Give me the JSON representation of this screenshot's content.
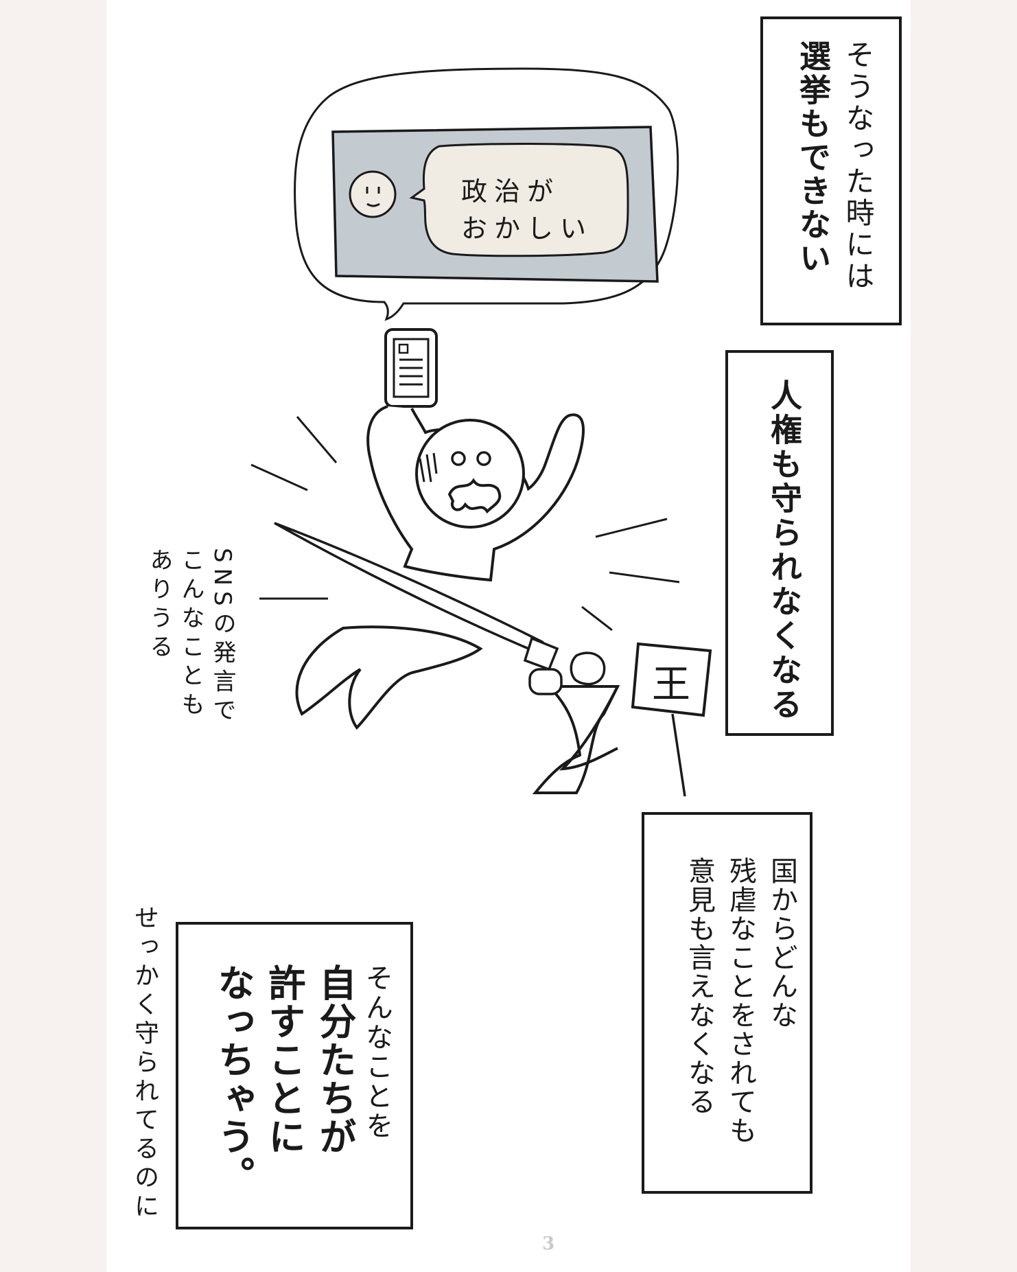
{
  "panel1": {
    "line1": "そうなった時には",
    "line2": "選挙もできない"
  },
  "panel2": {
    "line1": "人権も守られなくなる"
  },
  "phone_bubble": {
    "line1": "政治が",
    "line2": "おかしい"
  },
  "side_note": {
    "line1": "SNSの発言で",
    "line2": "こんなことも",
    "line3": "ありうる"
  },
  "badge": {
    "label": "王"
  },
  "panel3": {
    "line1": "国からどんな",
    "line2": "残虐なことをされても",
    "line3": "意見も言えなくなる"
  },
  "panel4": {
    "line1": "そんなことを",
    "line2": "自分たちが",
    "line3": "許すことに",
    "line4": "なっちゃう。"
  },
  "left_note": {
    "line1": "せっかく守られてるのに"
  },
  "page_number": "3",
  "colors": {
    "screen": "#c3cbd1",
    "bubble": "#f0ebe3",
    "background": "#f7f1f0"
  }
}
